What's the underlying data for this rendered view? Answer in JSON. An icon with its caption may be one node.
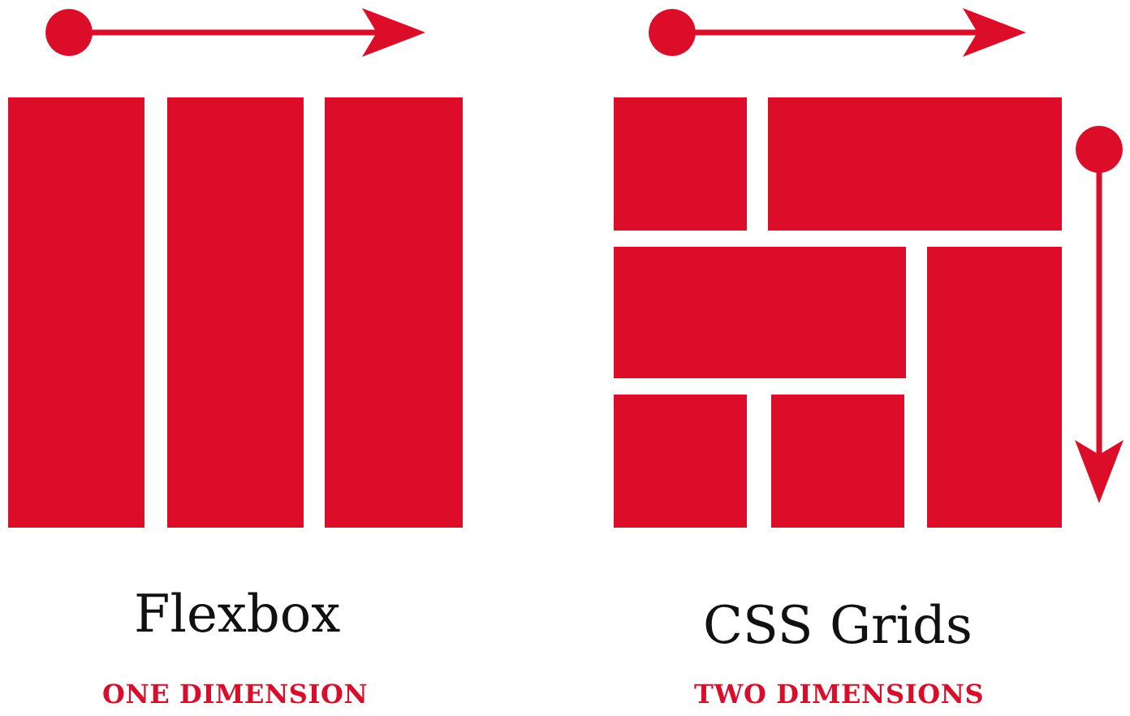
{
  "diagram": {
    "labels": [
      "Flexbox",
      "ONE DIMENSION",
      "CSS Grids",
      "TWO DIMENSIONS"
    ]
  }
}
